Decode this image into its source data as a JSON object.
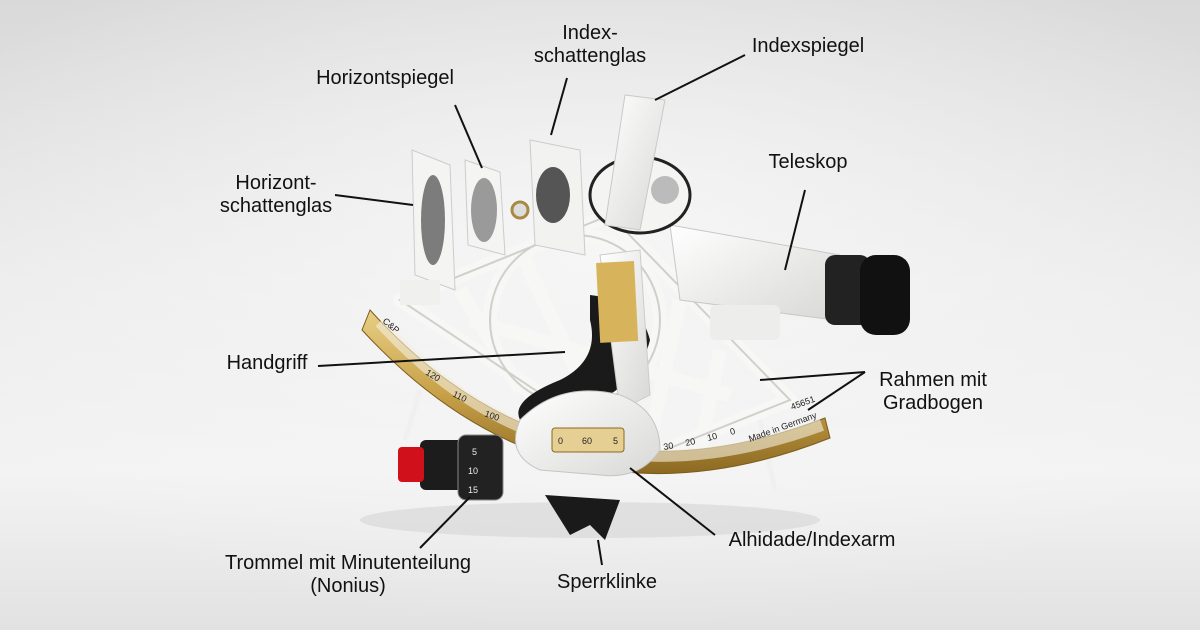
{
  "labels": {
    "index_shade": [
      "Index-",
      "schattenglas"
    ],
    "index_mirror": "Indexspiegel",
    "horizon_mirror": "Horizontspiegel",
    "telescope": "Teleskop",
    "horizon_shade": [
      "Horizont-",
      "schattenglas"
    ],
    "handle": "Handgriff",
    "frame_arc": [
      "Rahmen mit",
      "Gradbogen"
    ],
    "drum": [
      "Trommel mit Minutenteilung",
      "(Nonius)"
    ],
    "pawl": "Sperrklinke",
    "alidade": "Alhidade/Indexarm"
  },
  "instrument_markings": {
    "maker": "C&P",
    "made_in": "Made in Germany",
    "serial": "45651",
    "arc_scale": [
      "120",
      "110",
      "100",
      "30",
      "20",
      "10",
      "0"
    ],
    "vernier_scale": [
      "0",
      "60",
      "5"
    ],
    "drum_scale": [
      "5",
      "10",
      "15"
    ]
  },
  "colors": {
    "background": "#e6e6e6",
    "frame": "#f4f4f2",
    "brass": "#c9a24a",
    "leader": "#111111",
    "knob": "#d0101a"
  }
}
